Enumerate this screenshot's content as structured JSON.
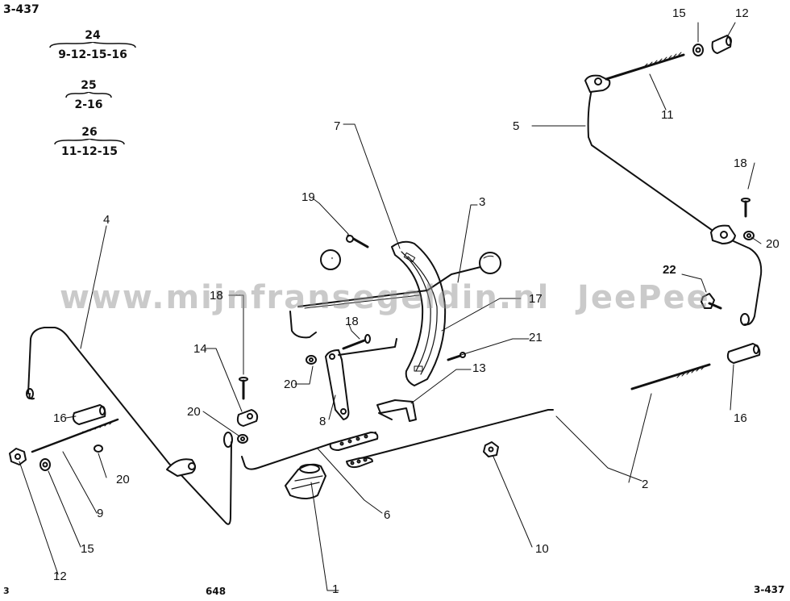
{
  "corner": {
    "top_left_code": "3-437",
    "bottom_left_code": "3",
    "page_number": "648",
    "bottom_right_code": "3-437"
  },
  "groupings": [
    {
      "assembly": "24",
      "parts": "9-12-15-16"
    },
    {
      "assembly": "25",
      "parts": "2-16"
    },
    {
      "assembly": "26",
      "parts": "11-12-15"
    }
  ],
  "watermark": {
    "site": "www.mijnfransegeldin.nl",
    "brand": "JeePee"
  },
  "callouts": [
    "1",
    "2",
    "3",
    "4",
    "5",
    "6",
    "7",
    "8",
    "9",
    "10",
    "11",
    "12",
    "12",
    "13",
    "14",
    "15",
    "15",
    "16",
    "16",
    "17",
    "18",
    "18",
    "18",
    "19",
    "20",
    "20",
    "20",
    "20",
    "21",
    "22"
  ],
  "callout_labels": {
    "c1": "1",
    "c2": "2",
    "c3": "3",
    "c4": "4",
    "c5": "5",
    "c6": "6",
    "c7": "7",
    "c8": "8",
    "c9": "9",
    "c10": "10",
    "c11": "11",
    "c12a": "12",
    "c12b": "12",
    "c13": "13",
    "c14": "14",
    "c15a": "15",
    "c15b": "15",
    "c16a": "16",
    "c16b": "16",
    "c17": "17",
    "c18a": "18",
    "c18b": "18",
    "c18c": "18",
    "c19": "19",
    "c20a": "20",
    "c20b": "20",
    "c20c": "20",
    "c20d": "20",
    "c21": "21",
    "c22": "22"
  }
}
